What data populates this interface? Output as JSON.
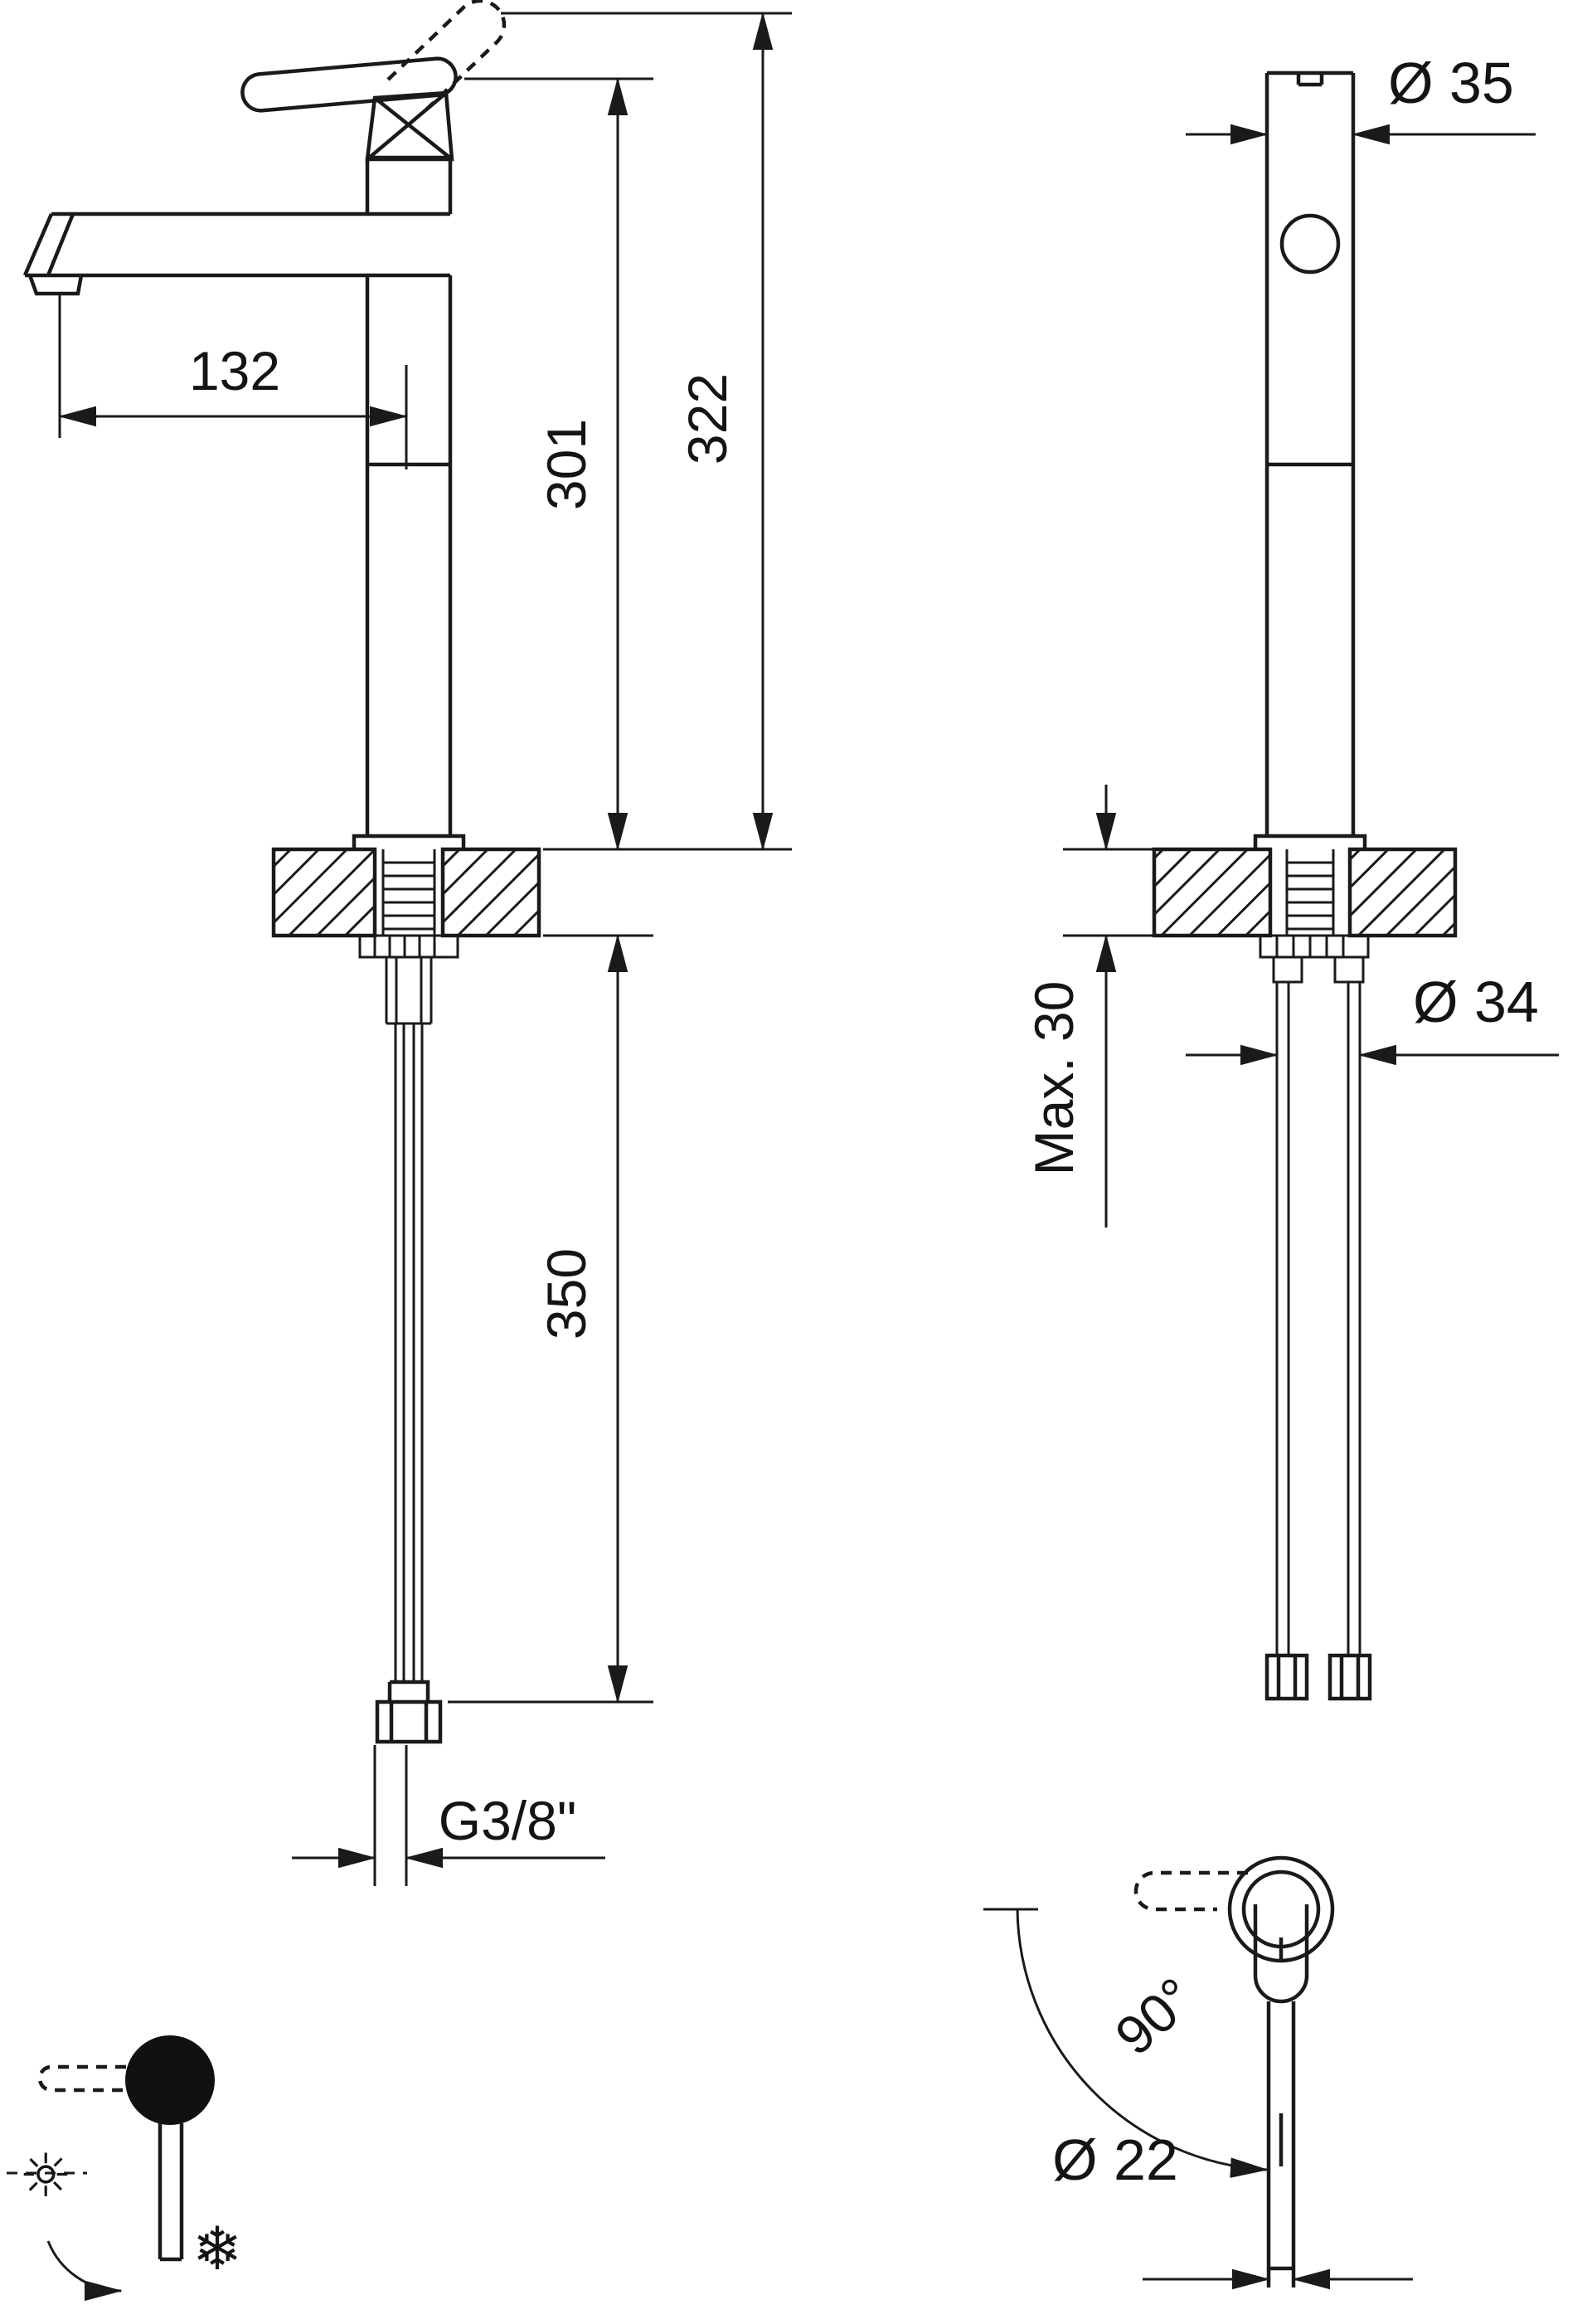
{
  "labels": {
    "front": {
      "reach": "132",
      "height_spout": "301",
      "height_total": "322",
      "hose_length": "350",
      "thread": "G3/8\""
    },
    "side": {
      "diameter_body": "Ø 35",
      "max_thickness": "Max. 30",
      "diameter_hole": "Ø 34"
    },
    "top": {
      "angle": "90°",
      "diameter_handle": "Ø 22"
    },
    "icons": {
      "hot": "☼",
      "cold": "❄"
    }
  },
  "colors": {
    "line": "#1a1a1a",
    "background": "#ffffff"
  }
}
